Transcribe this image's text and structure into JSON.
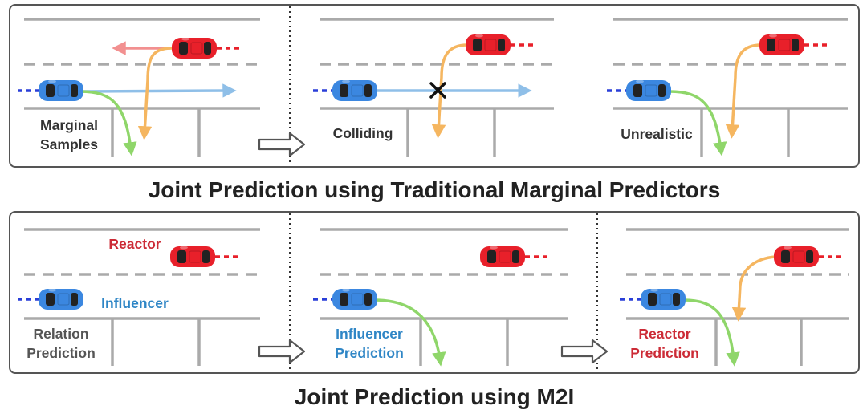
{
  "titles": {
    "top": "Joint Prediction using Traditional Marginal Predictors",
    "bottom": "Joint Prediction using M2I"
  },
  "top_panel": {
    "marginal_line1": "Marginal",
    "marginal_line2": "Samples",
    "colliding": "Colliding",
    "unrealistic": "Unrealistic"
  },
  "bottom_panel": {
    "reactor": "Reactor",
    "influencer": "Influencer",
    "relation_line1": "Relation",
    "relation_line2": "Prediction",
    "influencer_pred_line1": "Influencer",
    "influencer_pred_line2": "Prediction",
    "reactor_pred_line1": "Reactor",
    "reactor_pred_line2": "Prediction"
  },
  "colors": {
    "red_car": "#e8202a",
    "blue_car": "#3b87e0",
    "orange_path": "#f5b660",
    "green_path": "#8fd66a",
    "blue_path": "#8fbfe8",
    "red_path": "#f29090",
    "road_line": "#aaaaaa",
    "reactor_text": "#cc2b36",
    "influencer_text": "#2f86c6",
    "gray_text": "#555555",
    "dark_text": "#333333"
  },
  "icons": [
    "red-car-icon",
    "blue-car-icon",
    "arrow-right-icon",
    "collision-x-icon"
  ]
}
